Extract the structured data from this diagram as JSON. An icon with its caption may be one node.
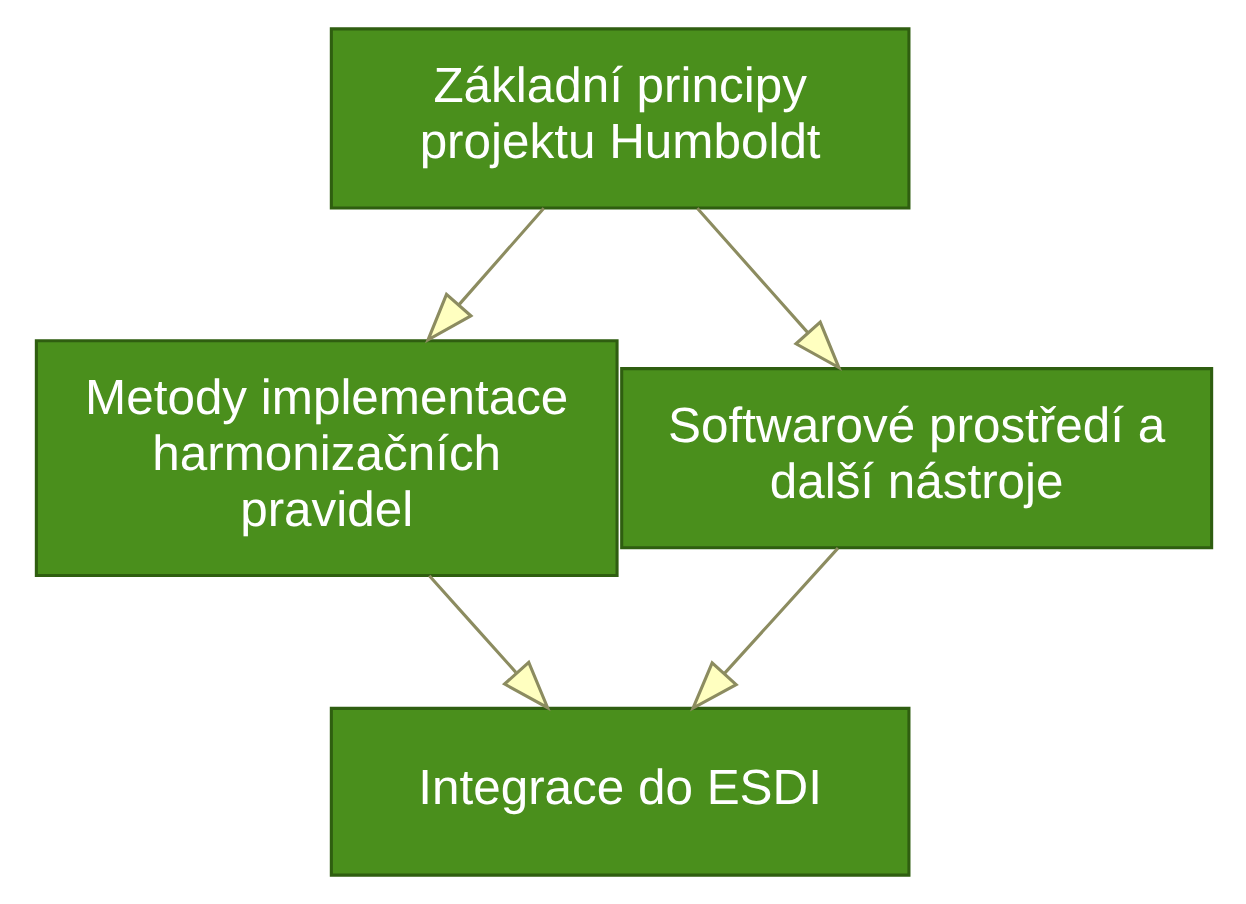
{
  "diagram": {
    "nodes": [
      {
        "text": [
          "Základní principy projektu Humboldt"
        ]
      },
      {
        "text": [
          "Metody implementace harmonizačních pravidel"
        ]
      },
      {
        "text": [
          "Softwarové prostředí a další nástroje"
        ]
      },
      {
        "text": [
          "Integrace do ESDI"
        ]
      }
    ],
    "edges": [
      {
        "from": 0,
        "to": 1,
        "arrow": "to"
      },
      {
        "from": 0,
        "to": 2,
        "arrow": "to"
      },
      {
        "from": 1,
        "to": 3,
        "arrow": "to"
      },
      {
        "from": 2,
        "to": 3,
        "arrow": "to"
      }
    ]
  }
}
